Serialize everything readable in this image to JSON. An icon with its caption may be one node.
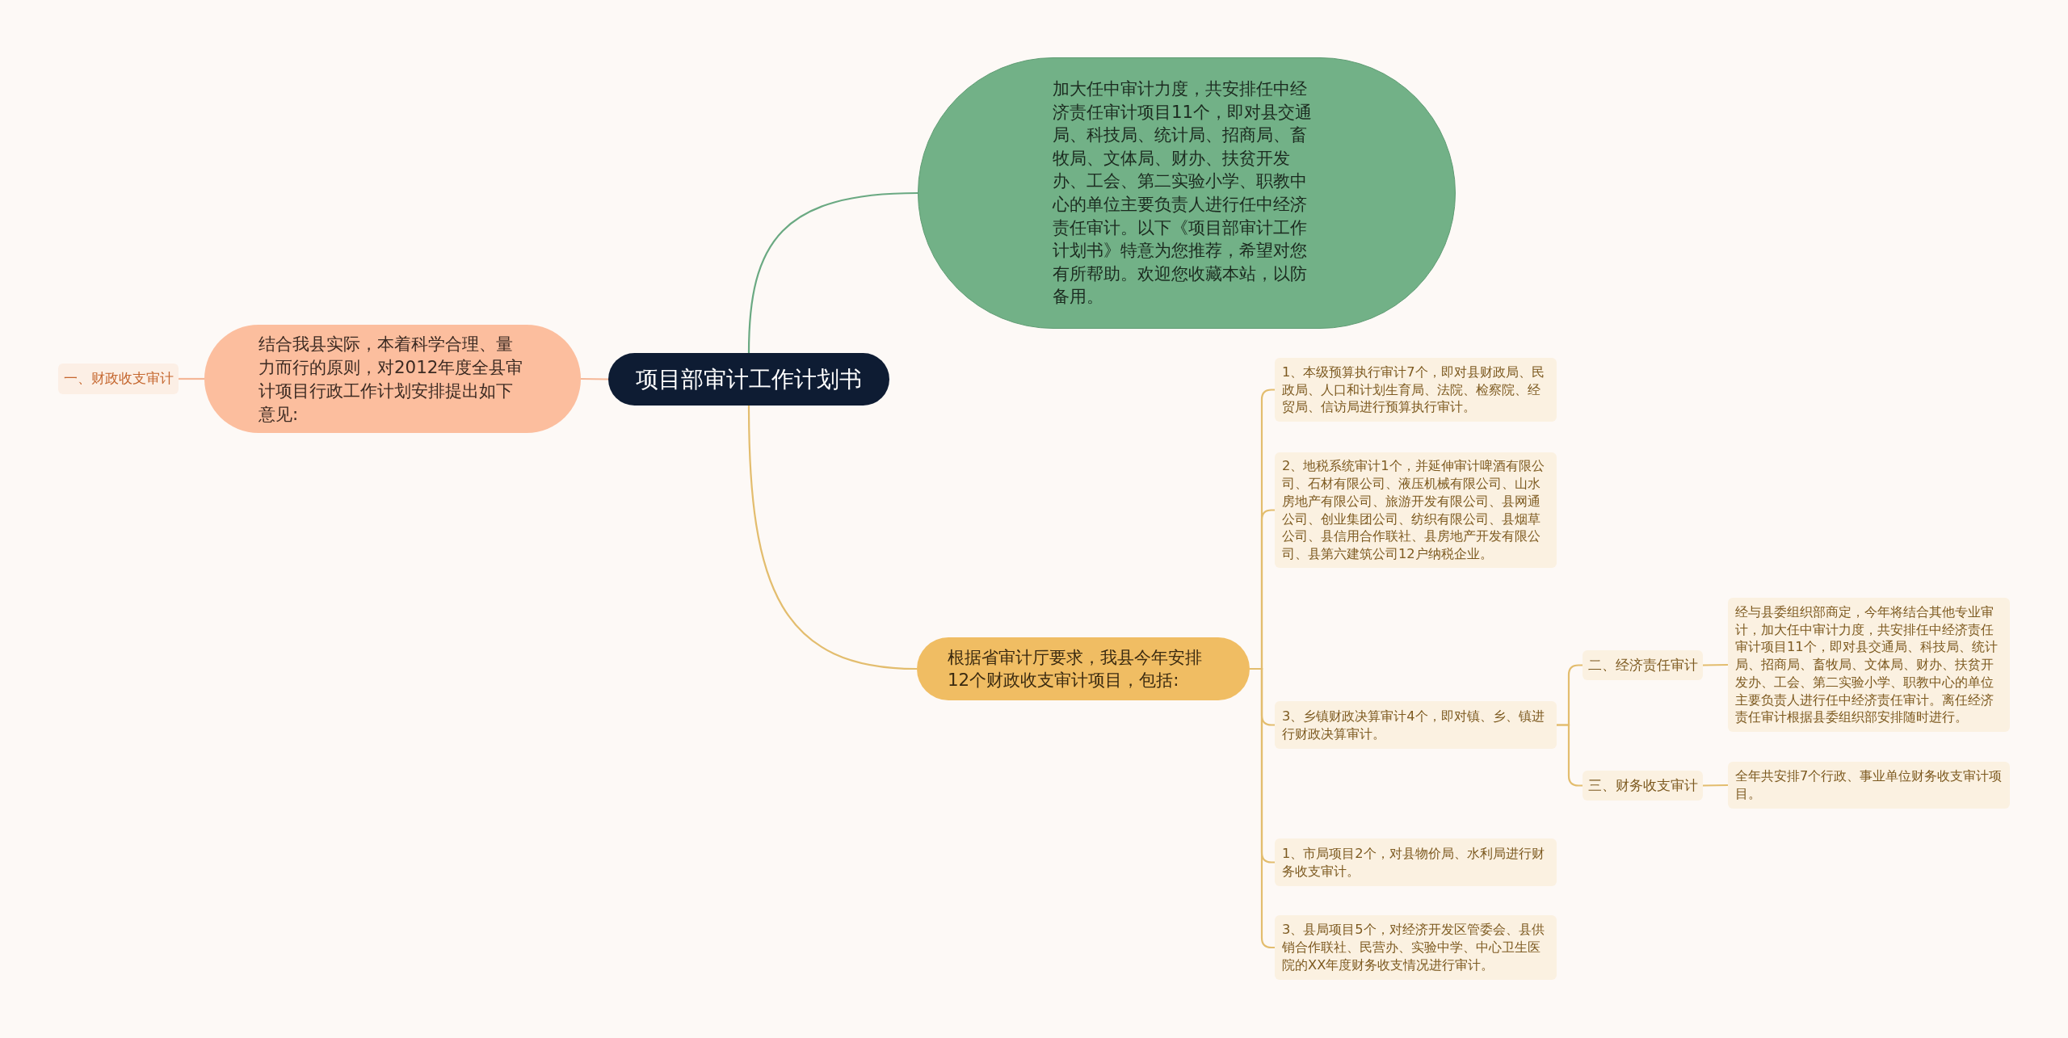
{
  "diagram": {
    "nodes": [
      {
        "text": [
          "项目部审计工作计划书"
        ]
      },
      {
        "text": [
          "加大任中审计力度，共安排任中经济责任审计项目11个，即对县交通局、科技局、统计局、招商局、畜牧局、文体局、财办、扶贫开发办、工会、第二实验小学、职教中心的单位主要负责人进行任中经济责任审计。以下《项目部审计工作计划书》特意为您推荐，希望对您有所帮助。欢迎您收藏本站，以防备用。"
        ]
      },
      {
        "text": [
          "结合我县实际，本着科学合理、量力而行的原则，对2012年度全县审计项目行政工作计划安排提出如下意见:"
        ]
      },
      {
        "text": [
          "一、财政收支审计"
        ]
      },
      {
        "text": [
          "根据省审计厅要求，我县今年安排12个财政收支审计项目，包括:"
        ]
      },
      {
        "text": [
          "1、本级预算执行审计7个，即对县财政局、民政局、人口和计划生育局、法院、检察院、经贸局、信访局进行预算执行审计。"
        ]
      },
      {
        "text": [
          "2、地税系统审计1个，并延伸审计啤酒有限公司、石材有限公司、液压机械有限公司、山水房地产有限公司、旅游开发有限公司、县网通公司、创业集团公司、纺织有限公司、县烟草公司、县信用合作联社、县房地产开发有限公司、县第六建筑公司12户纳税企业。"
        ]
      },
      {
        "text": [
          "3、乡镇财政决算审计4个，即对镇、乡、镇进行财政决算审计。"
        ]
      },
      {
        "text": [
          "二、经济责任审计"
        ]
      },
      {
        "text": [
          "经与县委组织部商定，今年将结合其他专业审计，加大任中审计力度，共安排任中经济责任审计项目11个，即对县交通局、科技局、统计局、招商局、畜牧局、文体局、财办、扶贫开发办、工会、第二实验小学、职教中心的单位主要负责人进行任中经济责任审计。离任经济责任审计根据县委组织部安排随时进行。"
        ]
      },
      {
        "text": [
          "三、财务收支审计"
        ]
      },
      {
        "text": [
          "全年共安排7个行政、事业单位财务收支审计项目。"
        ]
      },
      {
        "text": [
          "1、市局项目2个，对县物价局、水利局进行财务收支审计。"
        ]
      },
      {
        "text": [
          "3、县局项目5个，对经济开发区管委会、县供销合作联社、民营办、实验中学、中心卫生医院的XX年度财务收支情况进行审计。"
        ]
      }
    ],
    "edges": [
      {
        "from": 0,
        "to": 1,
        "arrow": "none",
        "color": "#6aa982"
      },
      {
        "from": 0,
        "to": 2,
        "arrow": "none",
        "color": "#f5b797"
      },
      {
        "from": 2,
        "to": 3,
        "arrow": "none",
        "color": "#f5b797"
      },
      {
        "from": 0,
        "to": 4,
        "arrow": "none"
      },
      {
        "from": 4,
        "to": 5,
        "arrow": "none"
      },
      {
        "from": 4,
        "to": 6,
        "arrow": "none"
      },
      {
        "from": 4,
        "to": 7,
        "arrow": "none"
      },
      {
        "from": 4,
        "to": 12,
        "arrow": "none"
      },
      {
        "from": 4,
        "to": 13,
        "arrow": "none"
      },
      {
        "from": 7,
        "to": 8,
        "arrow": "none"
      },
      {
        "from": 7,
        "to": 10,
        "arrow": "none"
      },
      {
        "from": 8,
        "to": 9,
        "arrow": "none"
      },
      {
        "from": 10,
        "to": 11,
        "arrow": "none"
      }
    ]
  }
}
